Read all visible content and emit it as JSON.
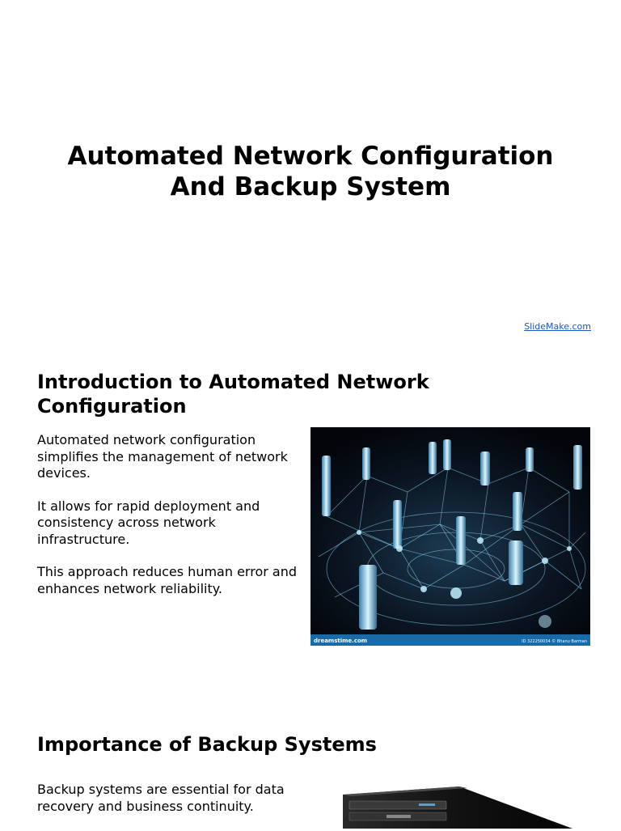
{
  "slide1": {
    "title_line1": "Automated Network Configuration",
    "title_line2": "And Backup System",
    "credit": "SlideMake.com"
  },
  "slide2": {
    "heading_line1": "Introduction to Automated Network",
    "heading_line2": "Configuration",
    "paragraphs": [
      "Automated network configuration simplifies the management of network devices.",
      "It allows for rapid deployment and consistency across network infrastructure.",
      "This approach reduces human error and enhances network reliability."
    ],
    "image": {
      "watermark_left": "dreamstime.com",
      "watermark_right": "ID 322250034 © Bhanu Barman"
    }
  },
  "slide3": {
    "heading": "Importance of Backup Systems",
    "paragraphs": [
      "Backup systems are essential for data recovery and business continuity."
    ]
  },
  "colors": {
    "link": "#1a56c4",
    "glow": "#7fd8ff",
    "watermark_bar": "#1b6aa8"
  }
}
